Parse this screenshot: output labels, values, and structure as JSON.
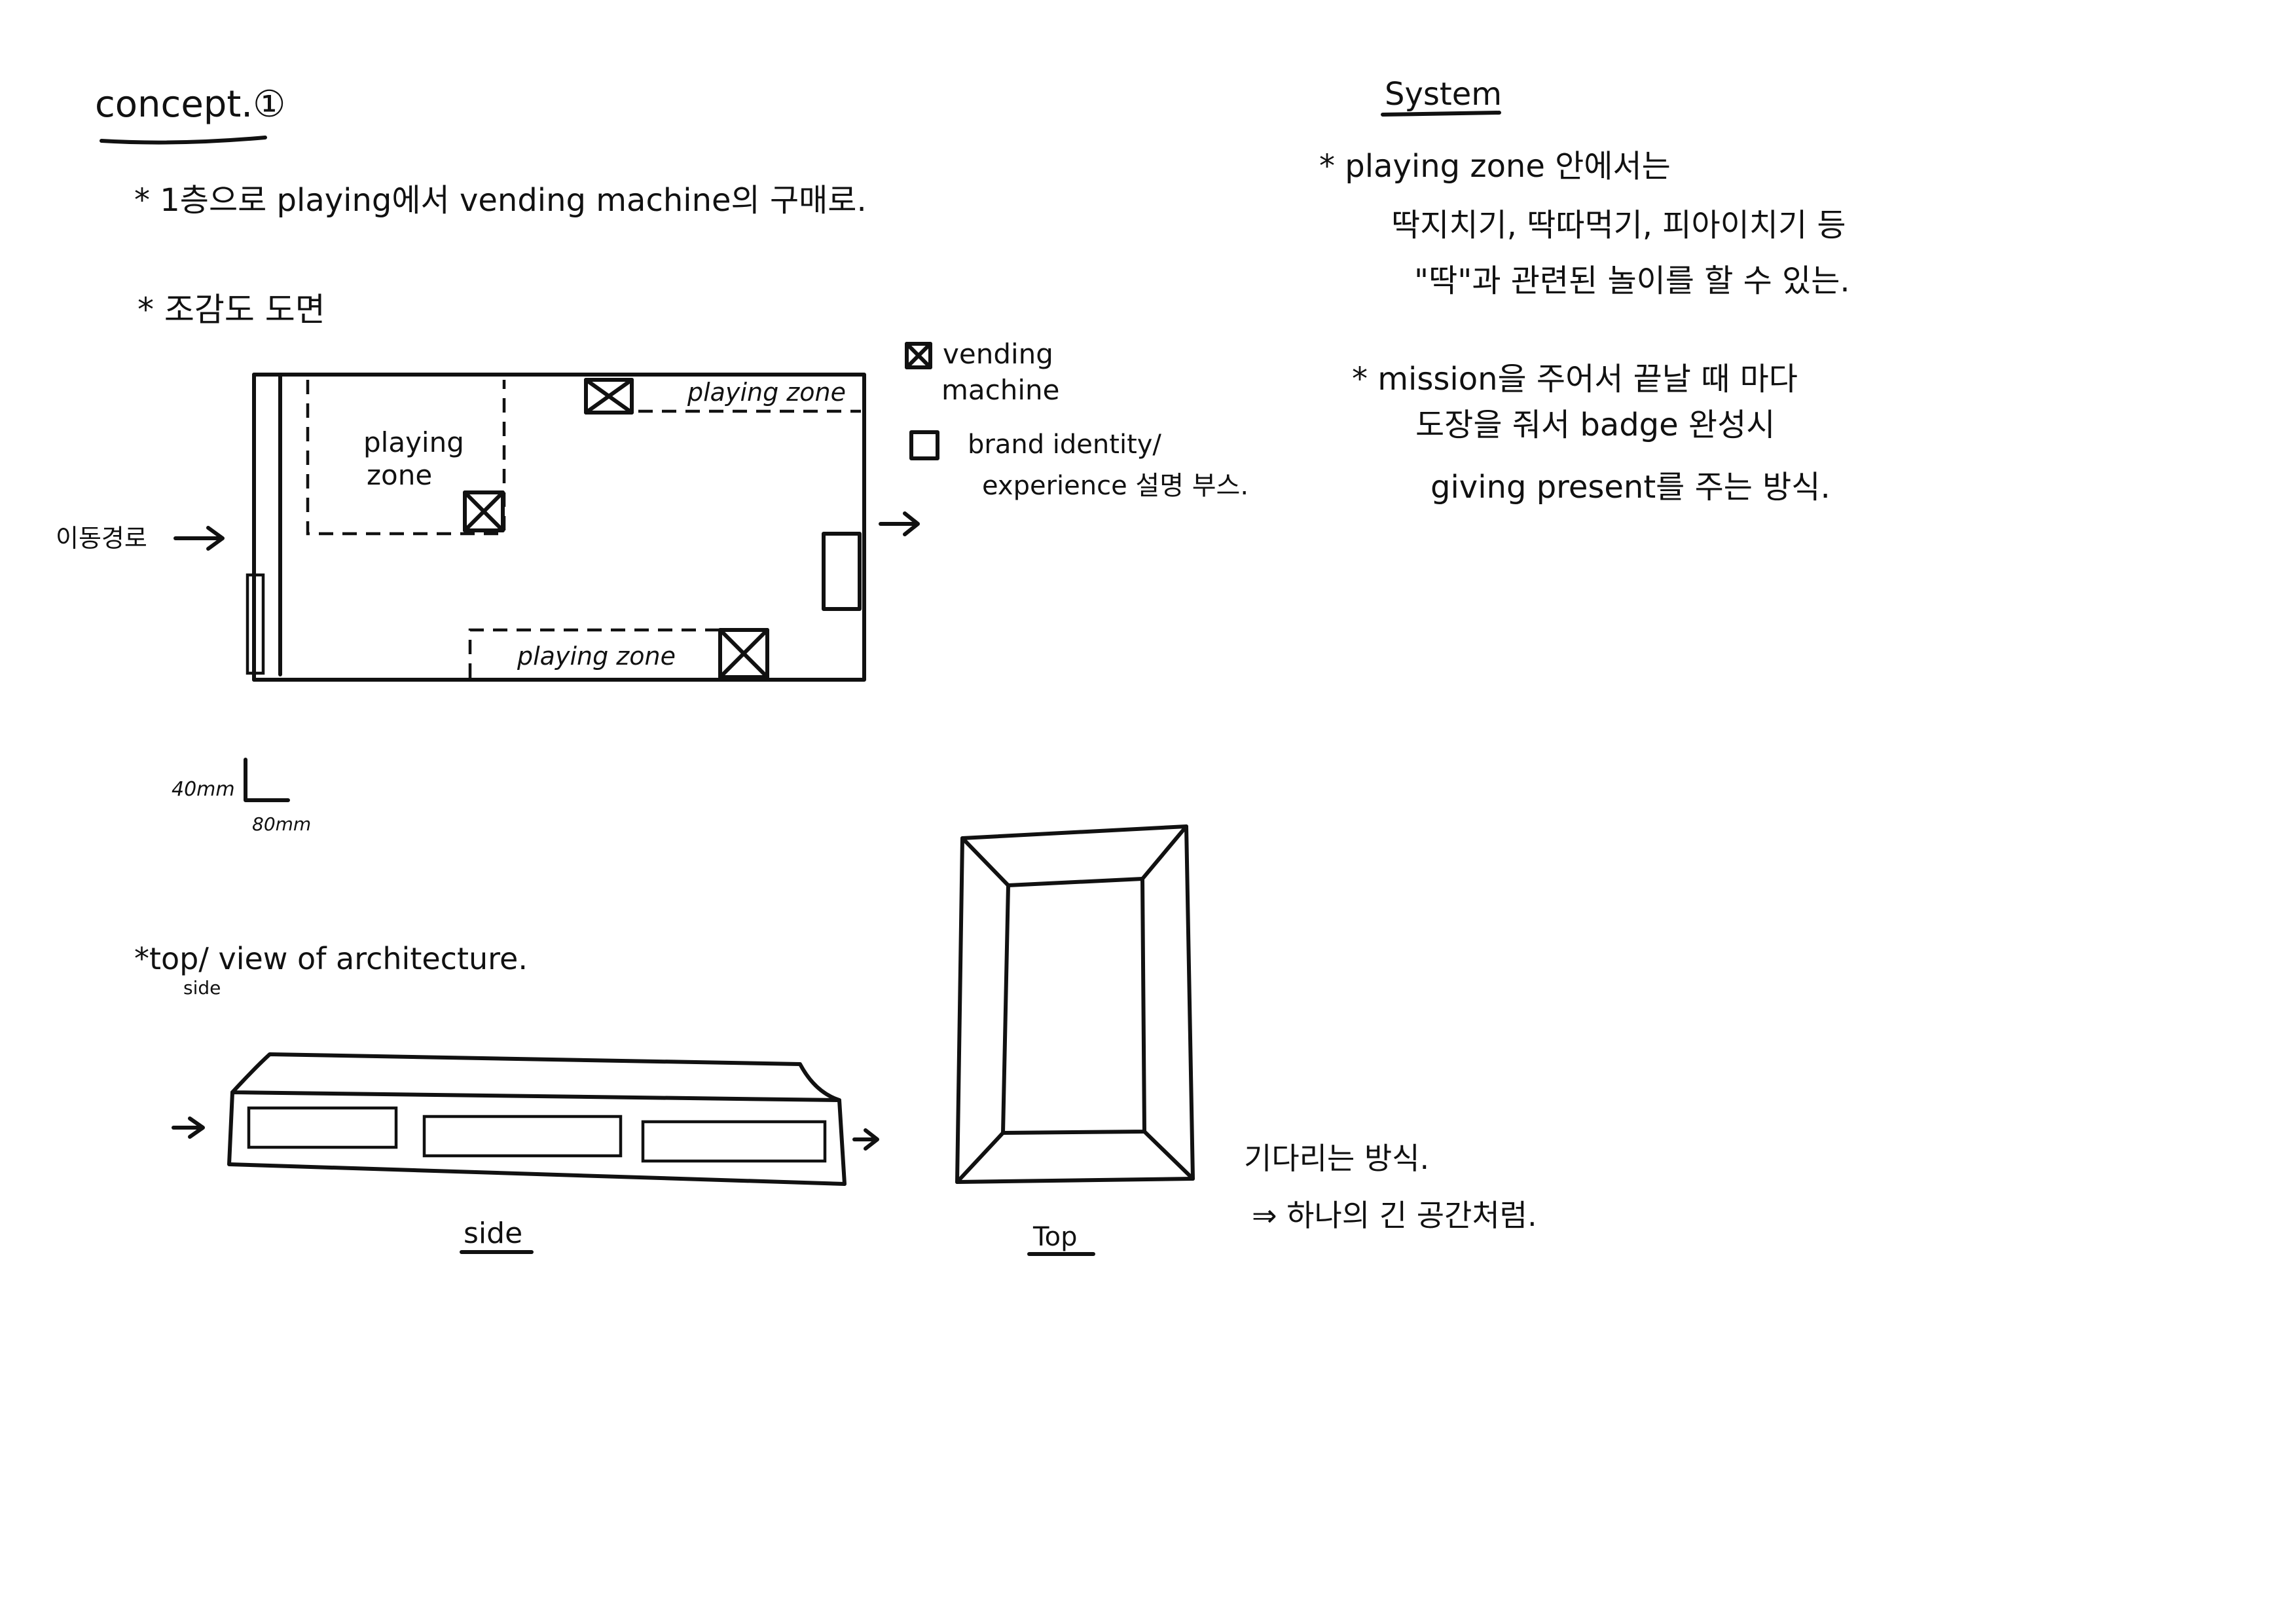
{
  "concept": {
    "title": "concept.①",
    "line1": "* 1층으로 playing에서 vending machine의 구매로.",
    "floorplan_heading": "* 조감도 도면",
    "entrance_label": "이동경로",
    "scale_vertical": "40mm",
    "scale_horizontal": "80mm",
    "zones": {
      "zone_left": "playing zone",
      "zone_top": "playing zone",
      "zone_bottom": "playing zone"
    },
    "legend": {
      "vending": "vending machine",
      "brand_line1": "brand identity/",
      "brand_line2": "experience 설명 부스."
    },
    "views_heading": "*top/ view of architecture.",
    "views_sub": "side",
    "side_label": "side",
    "top_label": "Top",
    "note_line1": "기다리는 방식.",
    "note_line2": "⇒ 하나의 긴 공간처럼."
  },
  "system": {
    "title": "System",
    "item1_line1": "* playing zone 안에서는",
    "item1_line2": "딱지치기, 딱따먹기, 피아이치기 등",
    "item1_line3": "\"딱\"과 관련된 놀이를 할 수 있는.",
    "item2_line1": "* mission을 주어서 끝날 때 마다",
    "item2_line2": "도장을 줘서 badge 완성시",
    "item2_line3": "giving present를 주는 방식."
  }
}
